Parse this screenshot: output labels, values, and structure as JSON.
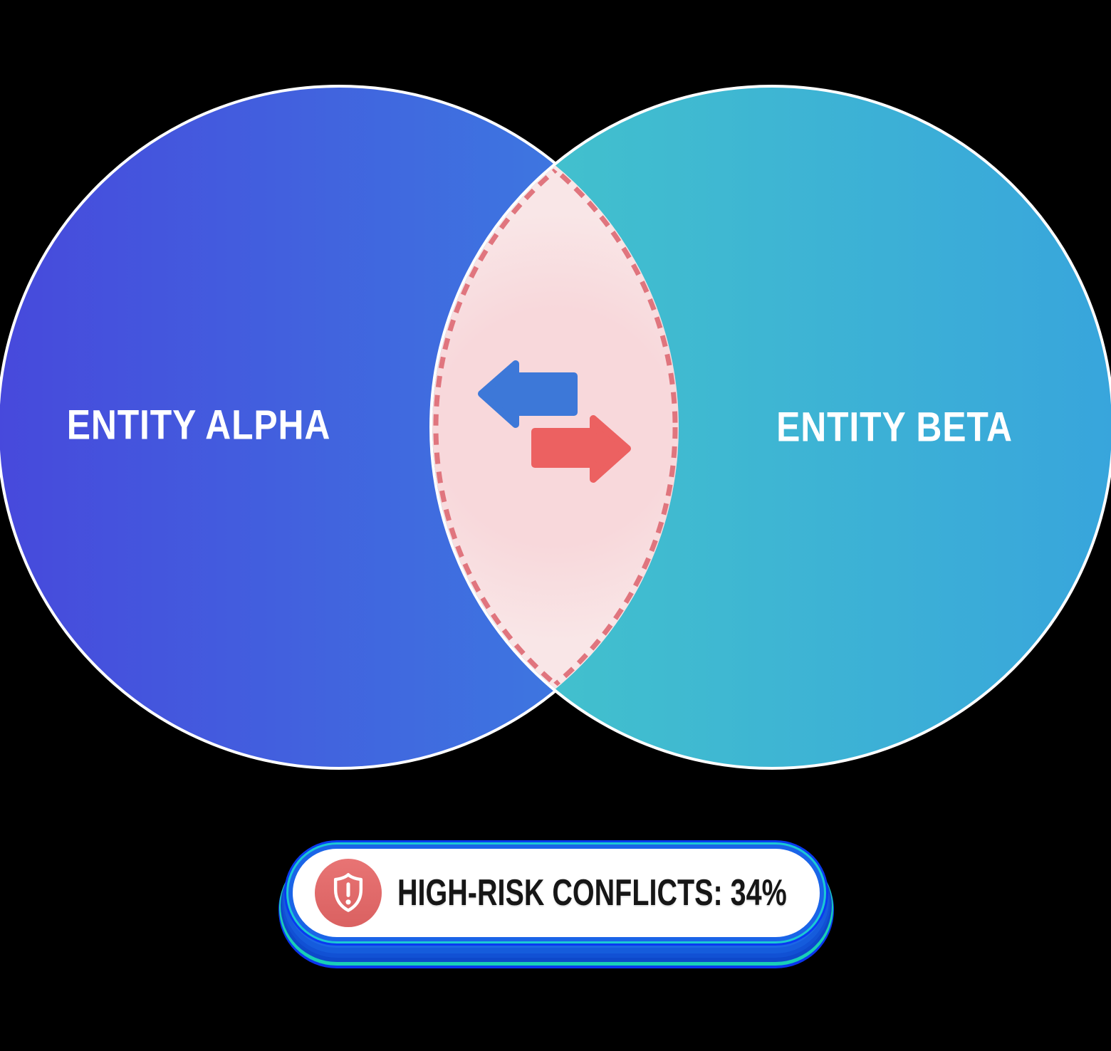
{
  "diagram": {
    "type": "venn",
    "background_color": "#000000",
    "entities": {
      "alpha": {
        "label": "ENTITY ALPHA",
        "gradient": [
          "#4749dc",
          "#3b80e1"
        ],
        "outline_color": "#ffffff"
      },
      "beta": {
        "label": "ENTITY BETA",
        "gradient": [
          "#44c6ca",
          "#38a5dc"
        ],
        "outline_color": "#ffffff"
      }
    },
    "overlap": {
      "fill_color": "#f8d8db",
      "edge_fade_color": "#f9e6e7",
      "dashed_border_color": "#e0757e",
      "icons": {
        "left_arrow": {
          "name": "arrow-left-icon",
          "color": "#3d78d8"
        },
        "right_arrow": {
          "name": "arrow-right-icon",
          "color": "#ec6161"
        }
      }
    }
  },
  "badge": {
    "label": "HIGH-RISK CONFLICTS: 34%",
    "value": "34%",
    "icon": {
      "name": "shield-alert-icon",
      "background_color": "#e26b6b",
      "glyph_color": "#ffffff"
    },
    "background_color": "#ffffff",
    "border_color": "#1a64e8",
    "accent_teal": "#1bc9d4",
    "accent_deep_blue": "#0a3af0",
    "stack_colors": [
      "#1b67e6",
      "#155cdc",
      "#1151d4",
      "#0d48ca",
      "#19cfb6",
      "#0b35ee"
    ],
    "text_color": "#161616"
  }
}
